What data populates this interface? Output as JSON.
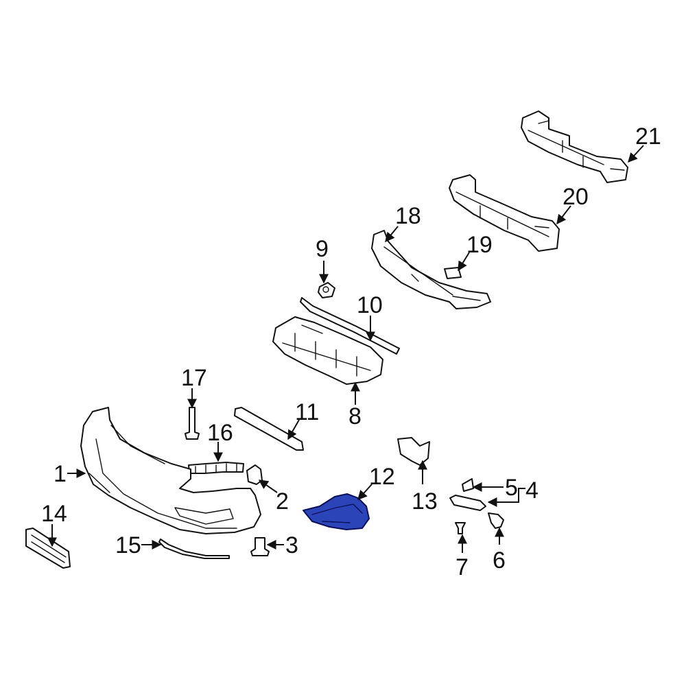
{
  "diagram": {
    "highlight_color": "#2b45b8",
    "callouts": [
      {
        "id": "1",
        "text": "1"
      },
      {
        "id": "2",
        "text": "2"
      },
      {
        "id": "3",
        "text": "3"
      },
      {
        "id": "4",
        "text": "4"
      },
      {
        "id": "5",
        "text": "5"
      },
      {
        "id": "6",
        "text": "6"
      },
      {
        "id": "7",
        "text": "7"
      },
      {
        "id": "8",
        "text": "8"
      },
      {
        "id": "9",
        "text": "9"
      },
      {
        "id": "10",
        "text": "10"
      },
      {
        "id": "11",
        "text": "11"
      },
      {
        "id": "12",
        "text": "12"
      },
      {
        "id": "13",
        "text": "13"
      },
      {
        "id": "14",
        "text": "14"
      },
      {
        "id": "15",
        "text": "15"
      },
      {
        "id": "16",
        "text": "16"
      },
      {
        "id": "17",
        "text": "17"
      },
      {
        "id": "18",
        "text": "18"
      },
      {
        "id": "19",
        "text": "19"
      },
      {
        "id": "20",
        "text": "20"
      },
      {
        "id": "21",
        "text": "21"
      }
    ]
  }
}
